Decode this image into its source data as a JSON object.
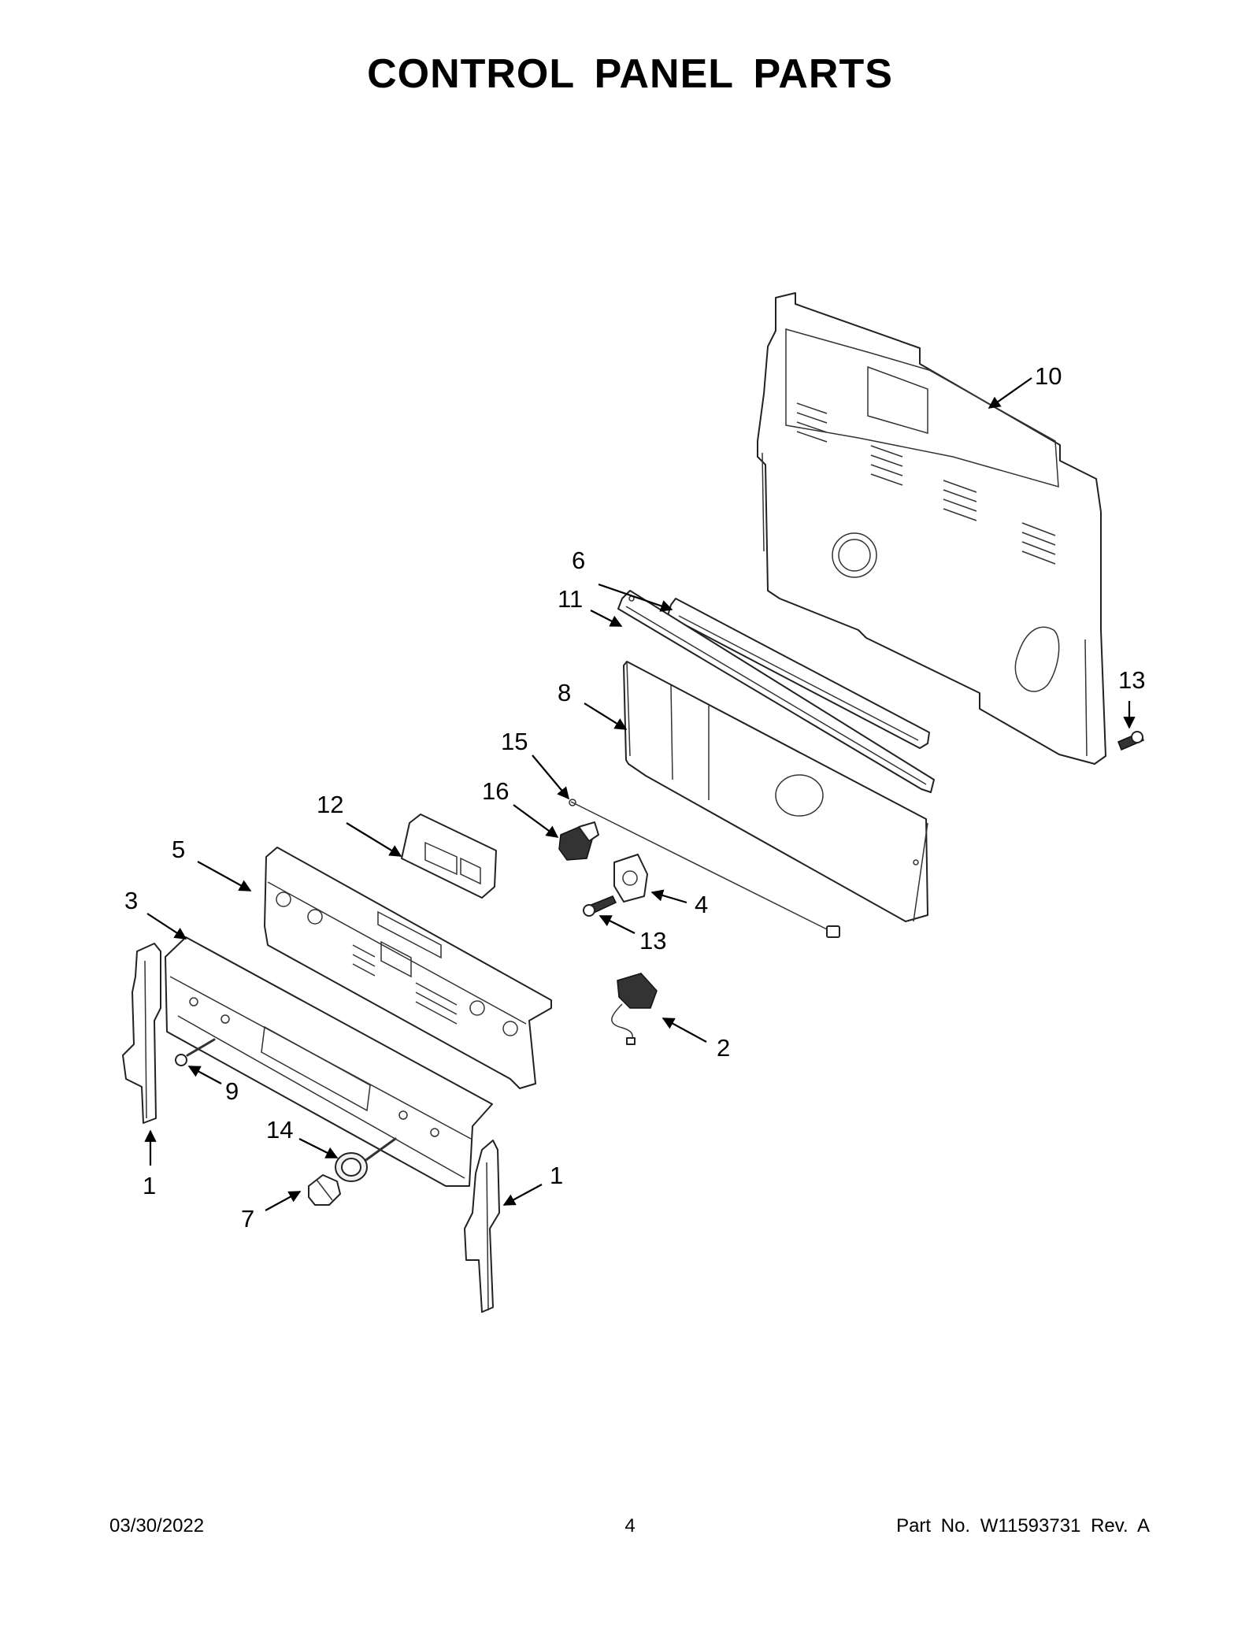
{
  "page": {
    "title": "CONTROL PANEL PARTS"
  },
  "callouts": {
    "c10": "10",
    "c6": "6",
    "c11": "11",
    "c8": "8",
    "c13a": "13",
    "c15": "15",
    "c16": "16",
    "c12": "12",
    "c5": "5",
    "c4": "4",
    "c13b": "13",
    "c3": "3",
    "c2": "2",
    "c9": "9",
    "c14": "14",
    "c1a": "1",
    "c1b": "1",
    "c7": "7"
  },
  "footer": {
    "date": "03/30/2022",
    "page_number": "4",
    "part_number": "Part No.  W11593731   Rev.  A"
  }
}
